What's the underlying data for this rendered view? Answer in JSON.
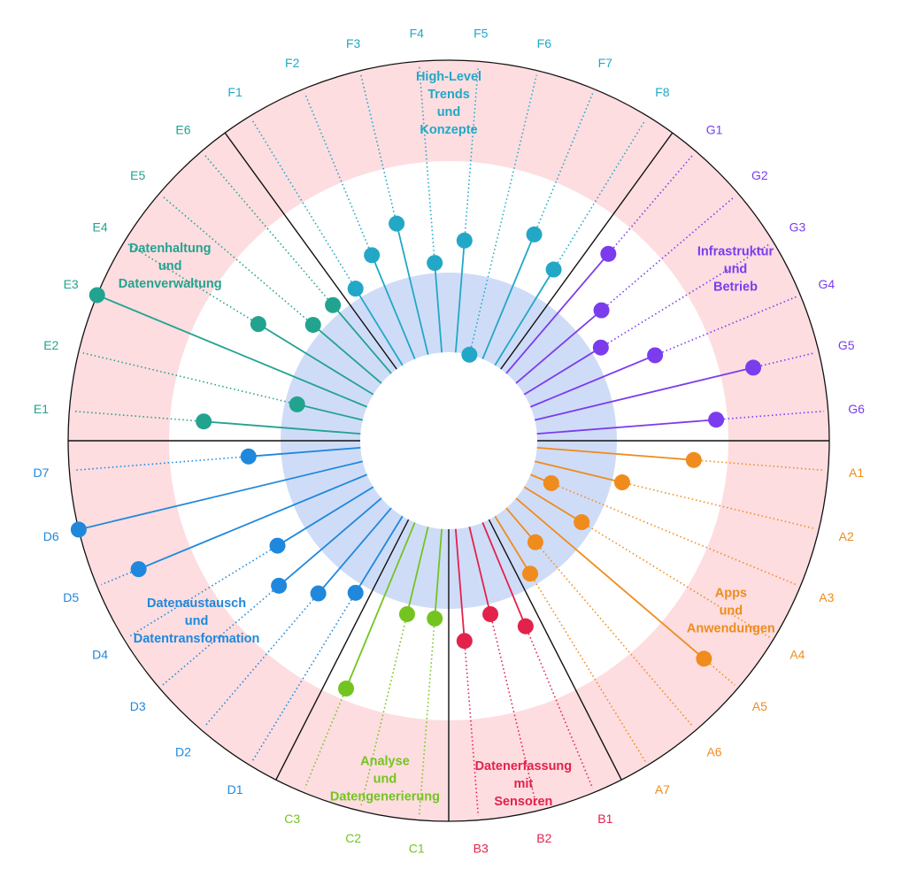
{
  "chart_data": {
    "type": "radial-lollipop",
    "value_range": [
      0,
      13
    ],
    "groups": [
      {
        "name": "Apps und Anwendungen",
        "lines": [
          "Apps",
          "und",
          "Anwendungen"
        ],
        "color": "#ef8c1d",
        "labels": [
          "A1",
          "A2",
          "A3",
          "A4",
          "A5",
          "A6",
          "A7"
        ],
        "values": [
          7,
          4,
          1,
          3,
          11,
          2,
          3
        ]
      },
      {
        "name": "Datenerfassung mit Sensoren",
        "lines": [
          "Datenerfassung",
          "mit",
          "Sensoren"
        ],
        "color": "#e3224c",
        "labels": [
          "B1",
          "B2",
          "B3"
        ],
        "values": [
          5,
          4,
          5
        ]
      },
      {
        "name": "Analyse und Datengenerierung",
        "lines": [
          "Analyse",
          "und",
          "Datengenerierung"
        ],
        "color": "#74c420",
        "labels": [
          "C1",
          "C2",
          "C3"
        ],
        "values": [
          4,
          4,
          8
        ]
      },
      {
        "name": "Datenaustausch und Datentransformation",
        "lines": [
          "Datenaustausch",
          "und",
          "Datentransformation"
        ],
        "color": "#1f88dc",
        "labels": [
          "D1",
          "D2",
          "D3",
          "D4",
          "D5",
          "D6",
          "D7"
        ],
        "values": [
          4,
          5,
          6,
          5,
          11,
          13,
          5
        ]
      },
      {
        "name": "Datenhaltung und Datenverwaltung",
        "lines": [
          "Datenhaltung",
          "und",
          "Datenverwaltung"
        ],
        "color": "#22a38f",
        "labels": [
          "E1",
          "E2",
          "E3",
          "E4",
          "E5",
          "E6"
        ],
        "values": [
          7,
          3,
          13,
          6,
          4,
          4
        ]
      },
      {
        "name": "High-Level Trends und Konzepte",
        "lines": [
          "High-Level",
          "Trends",
          "und",
          "Konzepte"
        ],
        "color": "#22a8c6",
        "labels": [
          "F1",
          "F2",
          "F3",
          "F4",
          "F5",
          "F6",
          "F7",
          "F8"
        ],
        "values": [
          4,
          5,
          6,
          4,
          5,
          0,
          6,
          5
        ]
      },
      {
        "name": "Infrastruktur und Betrieb",
        "lines": [
          "Infrastruktur",
          "und",
          "Betrieb"
        ],
        "color": "#7b3cee",
        "labels": [
          "G1",
          "G2",
          "G3",
          "G4",
          "G5",
          "G6"
        ],
        "values": [
          7,
          5,
          4,
          6,
          10,
          8
        ]
      }
    ]
  }
}
